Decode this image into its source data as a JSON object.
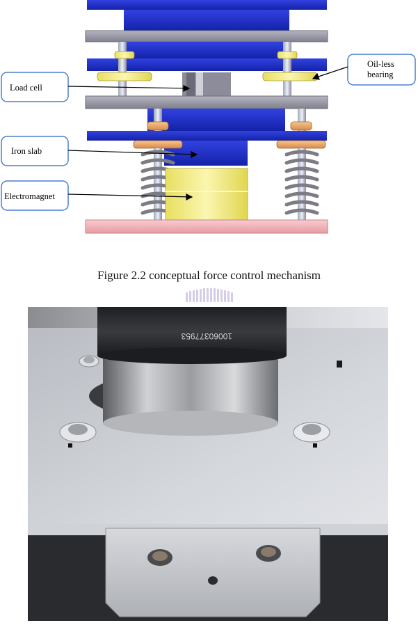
{
  "figure": {
    "labels": {
      "load_cell": "Load cell",
      "iron_slab": "Iron slab",
      "electromagnet": "Electromagnet",
      "oil_less_bearing_line1": "Oil-less",
      "oil_less_bearing_line2": "bearing"
    },
    "caption": "Figure 2.2 conceptual force control mechanism",
    "photo_text": "10060377953"
  },
  "colors": {
    "blue_plate": "#1f2fc8",
    "grey_plate": "#9a9aa8",
    "yellow_bearing": "#f2ea7a",
    "orange_bearing": "#f0b070",
    "pink_base": "#f0b2b8",
    "label_border": "#4a7ed0"
  }
}
